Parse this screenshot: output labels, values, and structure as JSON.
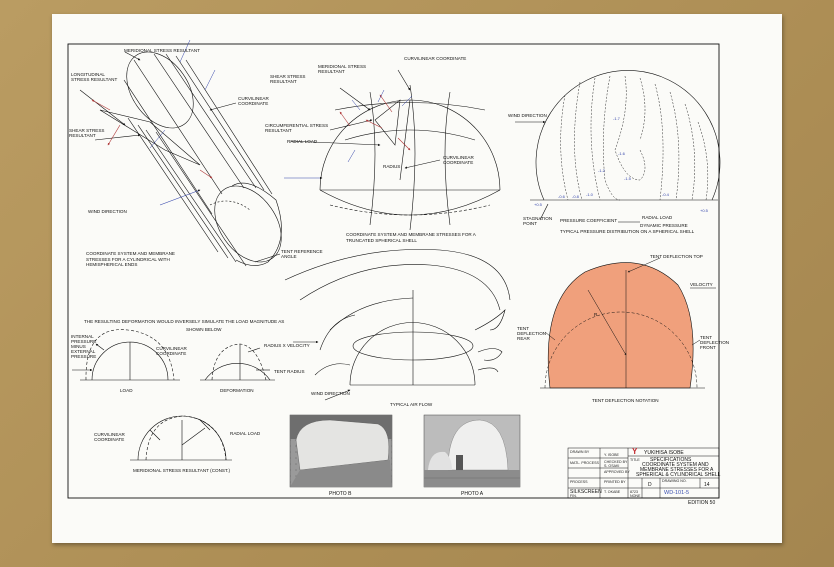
{
  "diagram": {
    "labels": {
      "meridional_stress_resultant": "MERIDIONAL STRESS RESULTANT",
      "longitudinal_stress_resultant": "LONGITUDINAL STRESS RESULTANT",
      "shear_stress_resultant_left": "SHEAR STRESS RESULTANT",
      "curvilinear_coordinate_cyl": "CURVILINEAR COORDINATE",
      "wind_direction_cyl": "WIND DIRECTION",
      "tent_reference_angle": "TENT REFERENCE ANGLE",
      "cylinder_caption": "COORDINATE SYSTEM AND MEMBRANE STRESSES FOR A CYLINDRICAL WITH HEMISPHERICAL ENDS",
      "curvilinear_coordinate_top": "CURVILINEAR COORDINATE",
      "shear_stress_resultant_sphere": "SHEAR STRESS RESULTANT",
      "meridional_stress_resultant_sphere": "MERIDIONAL STRESS RESULTANT",
      "circumferential_stress_resultant": "CIRCUMFERENTIAL STRESS RESULTANT",
      "radial_load_sphere": "RADIAL LOAD",
      "radius": "RADIUS",
      "curvilinear_coordinate_sphere": "CURVILINEAR COORDINATE",
      "sphere_caption": "COORDINATE SYSTEM AND MEMBRANE STRESSES FOR A TRUNCATED SPHERICAL SHELL",
      "wind_direction_pressure": "WIND DIRECTION",
      "stagnation_point": "STAGNATION POINT",
      "pressure_coefficient": "PRESSURE COEFFICIENT",
      "radial_load_fraction": "RADIAL LOAD",
      "dynamic_pressure": "DYNAMIC PRESSURE",
      "pressure_caption": "TYPICAL PRESSURE DISTRIBUTION ON A SPHERICAL SHELL",
      "airflow_wind_direction": "WIND DIRECTION",
      "airflow_caption": "TYPICAL AIR FLOW",
      "tent_deflection_top": "TENT DEFLECTION TOP",
      "velocity": "VELOCITY",
      "tent_deflection_rear": "TENT DEFLECTION REAR",
      "tent_deflection_front": "TENT DEFLECTION FRONT",
      "tent_r": "R",
      "deflection_caption": "TENT DEFLECTION NOTATION",
      "deformation_note_1": "THE RESULTING DEFORMATION WOULD INVERSELY SIMULATE THE LOAD MAGNITUDE AS",
      "deformation_note_2": "SHOWN BELOW",
      "internal_pressure": "INTERNAL PRESSURE MINUS EXTERNAL PRESSURE",
      "curvilinear_coordinate_load": "CURVILINEAR COORDINATE",
      "load": "LOAD",
      "radius_x_velocity": "RADIUS X VELOCITY",
      "tent_radius": "TENT RADIUS",
      "deformation": "DEFORMATION",
      "curvilinear_coordinate_meridional": "CURVILINEAR COORDINATE",
      "radial_load_meridional": "RADIAL LOAD",
      "meridional_caption": "MERIDIONAL STRESS RESULTANT (CONST.)",
      "photo_b": "PHOTO B",
      "photo_a": "PHOTO A"
    },
    "pressure_values": [
      "-1.7",
      "-1.6",
      "-1.5",
      "-1.2",
      "-1.0",
      "-0.8",
      "-0.6",
      "-0.4",
      "+0.5",
      "+0.5"
    ]
  },
  "title_block": {
    "author": "YUKIHISA ISOBE",
    "title_label": "TITLE",
    "title_lines": [
      "SPECIFICATIONS",
      "COORDINATE SYSTEM AND",
      "MEMBRANE STRESSES FOR A",
      "SPHERICAL & CYLINDRICAL SHELL"
    ],
    "drawn_by_label": "DRAWN BY",
    "drawn_by": "Y. ISOBE",
    "checked_by_label": "CHECKED BY",
    "checked_by": "S. OSAKI",
    "approved_by_label": "APPROVED BY",
    "printed_by_label": "PRINTED BY",
    "printed_by": "T. OKABE",
    "process_label": "PROCESS",
    "process": "SILKSCREEN",
    "matl_label": "MATL. PROCESS",
    "fin_label": "FIN.",
    "scale_label": "SCALE",
    "scale": "NONE",
    "code": "8723",
    "size": "D",
    "drawing_no_label": "DRAWING NO.",
    "drawing_no": "WD-101-5",
    "rev": "14",
    "edition": "EDITION 50"
  }
}
